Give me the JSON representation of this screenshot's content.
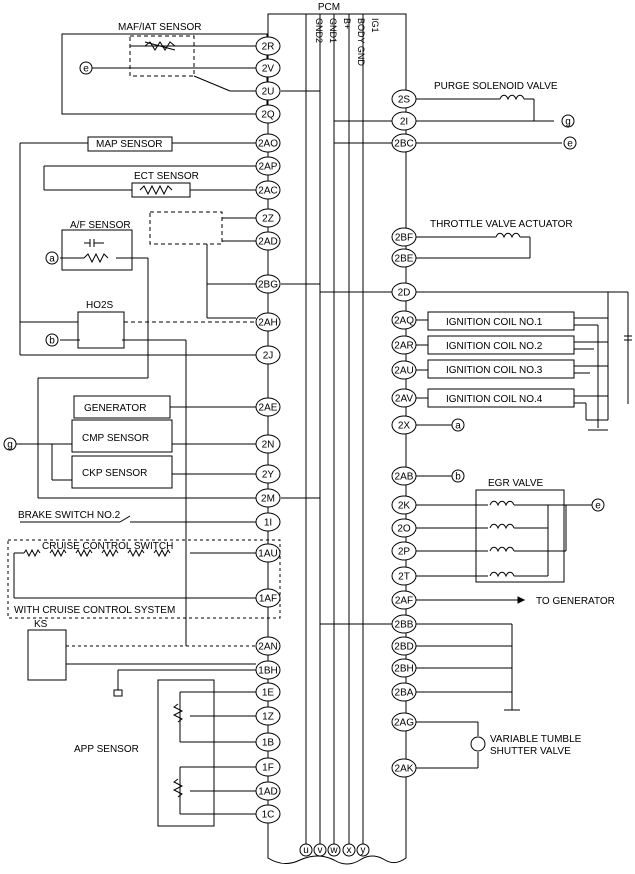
{
  "pcm": {
    "title": "PCM",
    "bus_labels": [
      "GND2",
      "GND1",
      "B+",
      "BODY GND",
      "IG1"
    ],
    "bottom_terminals": [
      "u",
      "v",
      "w",
      "x",
      "y"
    ]
  },
  "left_pins": [
    "2R",
    "2V",
    "2U",
    "2Q",
    "2AO",
    "2AP",
    "2AC",
    "2Z",
    "2AD",
    "2BG",
    "2AH",
    "2J",
    "2AE",
    "2N",
    "2Y",
    "2M",
    "1I",
    "1AU",
    "1AF",
    "2AN",
    "1BH",
    "1E",
    "1Z",
    "1B",
    "1F",
    "1AD",
    "1C"
  ],
  "right_pins": [
    "2S",
    "2I",
    "2BC",
    "2BF",
    "2BE",
    "2D",
    "2AQ",
    "2AR",
    "2AU",
    "2AV",
    "2X",
    "2AB",
    "2K",
    "2O",
    "2P",
    "2T",
    "2AF",
    "2BB",
    "2BD",
    "2BH",
    "2BA",
    "2AG",
    "2AK"
  ],
  "components": {
    "maf_iat": "MAF/IAT SENSOR",
    "map": "MAP SENSOR",
    "ect": "ECT SENSOR",
    "af": "A/F SENSOR",
    "ho2s": "HO2S",
    "generator": "GENERATOR",
    "cmp": "CMP SENSOR",
    "ckp": "CKP SENSOR",
    "brake": "BRAKE SWITCH NO.2",
    "cruise": "CRUISE CONTROL SWITCH",
    "cruise_note": "WITH CRUISE CONTROL SYSTEM",
    "ks": "KS",
    "app": "APP SENSOR",
    "purge": "PURGE SOLENOID VALVE",
    "throttle": "THROTTLE VALVE ACTUATOR",
    "coil1": "IGNITION COIL NO.1",
    "coil2": "IGNITION COIL NO.2",
    "coil3": "IGNITION COIL NO.3",
    "coil4": "IGNITION COIL NO.4",
    "egr": "EGR VALVE",
    "to_gen": "TO GENERATOR",
    "tumble1": "VARIABLE TUMBLE",
    "tumble2": "SHUTTER VALVE"
  },
  "connector_refs": [
    "e",
    "a",
    "b",
    "g"
  ]
}
